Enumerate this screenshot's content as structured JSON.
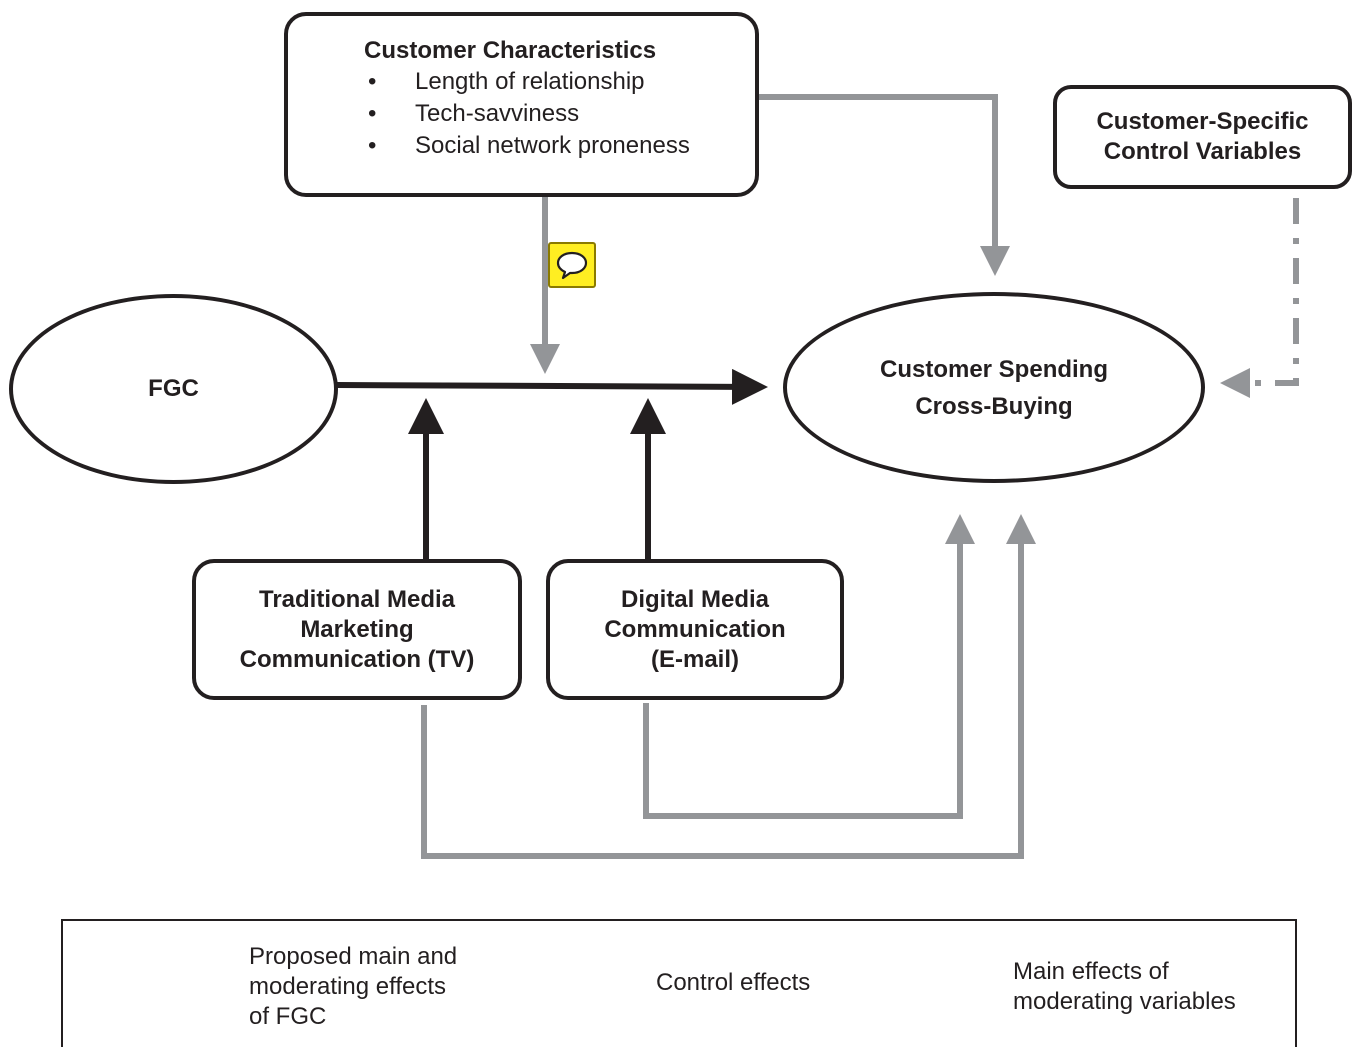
{
  "nodes": {
    "customer_characteristics": {
      "title": "Customer Characteristics",
      "items": [
        "Length of relationship",
        "Tech-savviness",
        "Social network proneness"
      ],
      "bullet": "•"
    },
    "control_variables": {
      "line1": "Customer-Specific",
      "line2": "Control Variables"
    },
    "fgc": {
      "label": "FGC"
    },
    "outcome": {
      "line1": "Customer Spending",
      "line2": "Cross-Buying"
    },
    "traditional_media": {
      "line1": "Traditional Media",
      "line2": "Marketing",
      "line3": "Communication (TV)"
    },
    "digital_media": {
      "line1": "Digital Media",
      "line2": "Communication",
      "line3": "(E-mail)"
    }
  },
  "legend": {
    "main_effects_fgc": {
      "line1": "Proposed main and",
      "line2": "moderating effects",
      "line3": "of FGC"
    },
    "control_effects": "Control effects",
    "moderating_main_effects": {
      "line1": "Main effects of",
      "line2": "moderating variables"
    }
  },
  "colors": {
    "primary_arrow": "#231f20",
    "secondary_arrow": "#939598",
    "comment_note": "#ffee22"
  },
  "icons": {
    "comment": "speech-bubble-icon"
  }
}
